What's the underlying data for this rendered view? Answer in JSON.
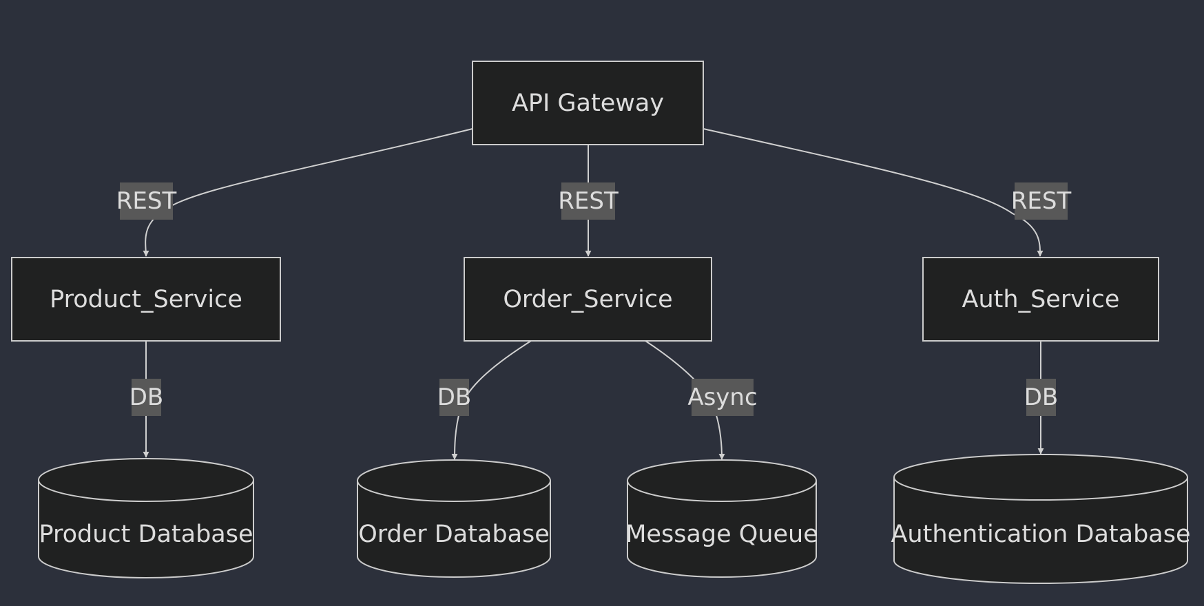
{
  "nodes": {
    "api_gateway": {
      "label": "API Gateway"
    },
    "product_service": {
      "label": "Product_Service"
    },
    "order_service": {
      "label": "Order_Service"
    },
    "auth_service": {
      "label": "Auth_Service"
    },
    "product_db": {
      "label": "Product Database"
    },
    "order_db": {
      "label": "Order Database"
    },
    "message_queue": {
      "label": "Message Queue"
    },
    "auth_db": {
      "label": "Authentication Database"
    }
  },
  "edges": {
    "gateway_product": {
      "from": "API Gateway",
      "to": "Product_Service",
      "label": "REST"
    },
    "gateway_order": {
      "from": "API Gateway",
      "to": "Order_Service",
      "label": "REST"
    },
    "gateway_auth": {
      "from": "API Gateway",
      "to": "Auth_Service",
      "label": "REST"
    },
    "product_db": {
      "from": "Product_Service",
      "to": "Product Database",
      "label": "DB"
    },
    "order_db": {
      "from": "Order_Service",
      "to": "Order Database",
      "label": "DB"
    },
    "order_queue": {
      "from": "Order_Service",
      "to": "Message Queue",
      "label": "Async"
    },
    "auth_db": {
      "from": "Auth_Service",
      "to": "Authentication Database",
      "label": "DB"
    }
  }
}
